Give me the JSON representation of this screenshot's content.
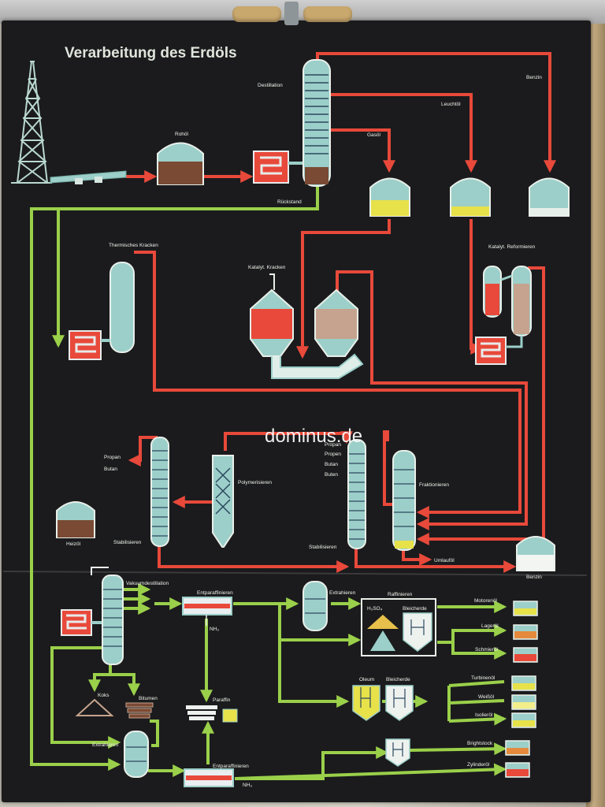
{
  "poster": {
    "title": "Verarbeitung des Erdöls",
    "watermark": "dominus.de",
    "colors": {
      "background": "#1b1b1d",
      "red_line": "#e8493a",
      "green_line": "#9ad04a",
      "vessel": "#9ccfc9",
      "oil": "#7a4a34",
      "yellow": "#e7e14a"
    }
  },
  "labels": {
    "rohoel": "Rohöl",
    "destillation": "Destillation",
    "rueckstand": "Rückstand",
    "benzin_top": "Benzin",
    "leuchtoel": "Leuchtöl",
    "gasoel": "Gasöl",
    "thermisches_kracken": "Thermisches Kracken",
    "katalyt_kracken": "Katalyt. Kracken",
    "katalyt_reformieren": "Katalyt. Reformieren",
    "propan_left": "Propan",
    "butan_left": "Butan",
    "polymerisieren": "Polymerisieren",
    "stabilisieren_left": "Stabilisieren",
    "propan_right": "Propan",
    "propen_right": "Propen",
    "butan_right": "Butan",
    "buten_right": "Buten",
    "stabilisieren_right": "Stabilisieren",
    "fraktionieren": "Fraktionieren",
    "umlaufoel": "Umlauföl",
    "benzin_bottom": "Benzin",
    "heizoel": "Heizöl",
    "vakuumdestillation": "Vakuumdestillation",
    "entparaffinieren_top": "Entparaffinieren",
    "nh3_top": "NH₃",
    "extrahieren_top": "Extrahieren",
    "raffinieren": "Raffinieren",
    "h2so4": "H₂SO₄",
    "bleicherde_top": "Bleicherde",
    "oleum": "Oleum",
    "bleicherde_bottom": "Bleicherde",
    "motorenoel": "Motorenöl",
    "lageroel": "Lageröl",
    "schmieroel": "Schmieröl",
    "turbinenoel": "Turbinenöl",
    "weissoel": "Weißöl",
    "isolieroel": "Isolieröl",
    "brightstock": "Brightstock",
    "zylinderoel": "Zylinderöl",
    "koks": "Koks",
    "bitumen": "Bitumen",
    "paraffin": "Paraffin",
    "extrahieren_bottom": "Extrahieren",
    "entparaffinieren_bottom": "Entparaffinieren",
    "nh3_bottom": "NH₃"
  }
}
